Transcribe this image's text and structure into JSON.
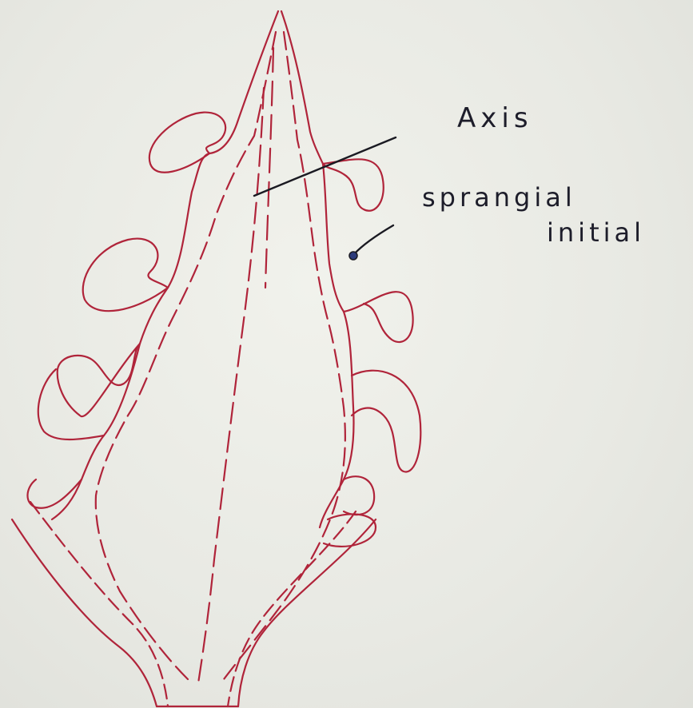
{
  "diagram": {
    "labels": {
      "axis": "Axis",
      "sporangial_line1": "sprangial",
      "sporangial_line2": "initial"
    },
    "colors": {
      "drawing": "#b0243a",
      "label": "#1d1d2a",
      "paper": "#e9eae4"
    }
  }
}
